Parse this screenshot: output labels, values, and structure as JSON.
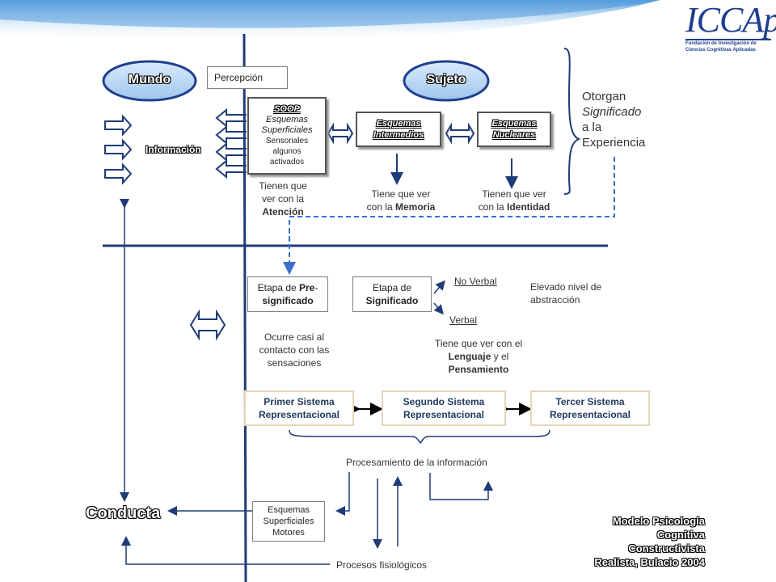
{
  "logo": {
    "text": "ICCAp",
    "line1": "Fundación de Investigación de",
    "line2": "Ciencias Cognitivas Aplicadas"
  },
  "mundo": "Mundo",
  "sujeto": "Sujeto",
  "percepcion": "Percepción",
  "informacion": "Información",
  "soop": {
    "title": "SOOP",
    "l1": "Esquemas",
    "l2": "Superficiales",
    "l3": "Sensoriales",
    "l4": "algunos",
    "l5": "activados"
  },
  "intermedios": {
    "l1": "Esquemas",
    "l2": "Intermedios"
  },
  "nucleares": {
    "l1": "Esquemas",
    "l2": "Nucleares"
  },
  "otorgan": {
    "l1": "Otorgan",
    "l2": "Significado",
    "l3": "a la",
    "l4": "Experiencia"
  },
  "atencion": {
    "l1": "Tienen  que",
    "l2": "ver con la",
    "l3": "Atención"
  },
  "memoria": {
    "l1": "Tiene  que ver",
    "l2a": "con la ",
    "l2b": "Memoria"
  },
  "identidad": {
    "l1": "Tienen  que ver",
    "l2a": "con la ",
    "l2b": "Identidad"
  },
  "pre": {
    "l1a": "Etapa de ",
    "l1b": "Pre",
    "l1c": "-",
    "l2": "significado"
  },
  "signif": {
    "l1": "Etapa de",
    "l2": "Significado"
  },
  "no_verbal": "No Verbal",
  "verbal": "Verbal",
  "elevado": {
    "l1": "Elevado nivel de",
    "l2": "abstracción"
  },
  "ocurre": {
    "l1": "Ocurre casi al",
    "l2": "contacto con las",
    "l3": "sensaciones"
  },
  "lenguaje": {
    "l1": "Tiene  que ver con el",
    "l2a": "Lenguaje",
    "l2b": " y el",
    "l3": "Pensamiento"
  },
  "sistemas": [
    {
      "l1": "Primer Sistema",
      "l2": "Representacional"
    },
    {
      "l1": "Segundo Sistema",
      "l2": "Representacional"
    },
    {
      "l1": "Tercer Sistema",
      "l2": "Representacional"
    }
  ],
  "procesamiento": "Procesamiento de la información",
  "conducta": "Conducta",
  "motores": {
    "l1": "Esquemas",
    "l2": "Superficiales",
    "l3": "Motores"
  },
  "fisiologicos": "Procesos fisiológicos",
  "modelo": {
    "l1": "Modelo Psicología",
    "l2": "Cognitiva",
    "l3": "Constructivista",
    "l4": "Realista, Bulacio 2004"
  },
  "colors": {
    "header_blue": "#5aa9e6",
    "ellipse_fill": "#bcd9f5",
    "ellipse_border": "#1f3f8f",
    "axis": "#1f3b78",
    "dashed": "#3a6fd0",
    "tan": "#e3d7b9"
  }
}
